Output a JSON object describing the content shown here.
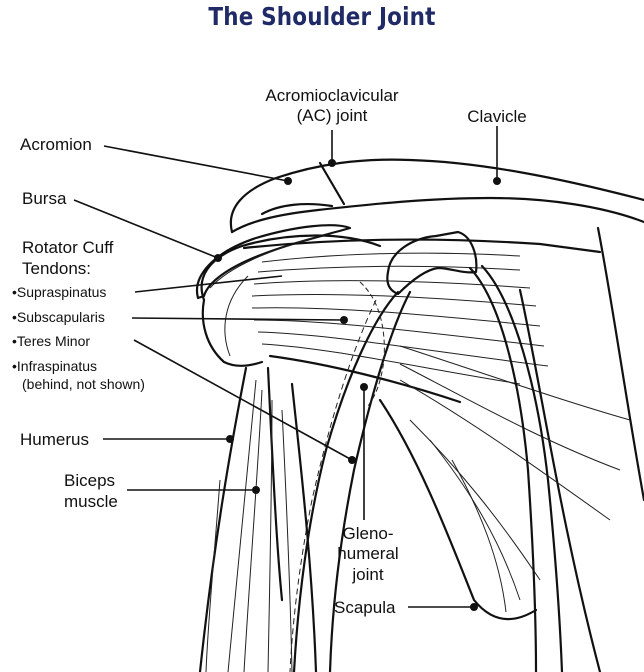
{
  "title": "The Shoulder Joint",
  "labels": {
    "ac_joint_line1": "Acromioclavicular",
    "ac_joint_line2": "(AC) joint",
    "clavicle": "Clavicle",
    "acromion": "Acromion",
    "bursa": "Bursa",
    "rotator_cuff_line1": "Rotator Cuff",
    "rotator_cuff_line2": "Tendons:",
    "supraspinatus": "•Supraspinatus",
    "subscapularis": "•Subscapularis",
    "teres_minor": "•Teres Minor",
    "infraspinatus_line1": "•Infraspinatus",
    "infraspinatus_line2": "(behind, not shown)",
    "humerus": "Humerus",
    "biceps_line1": "Biceps",
    "biceps_line2": "muscle",
    "glenohumeral_line1": "Gleno-",
    "glenohumeral_line2": "humeral",
    "glenohumeral_line3": "joint",
    "scapula": "Scapula"
  },
  "colors": {
    "title": "#1f2a66",
    "ink": "#111111",
    "background": "#ffffff"
  }
}
